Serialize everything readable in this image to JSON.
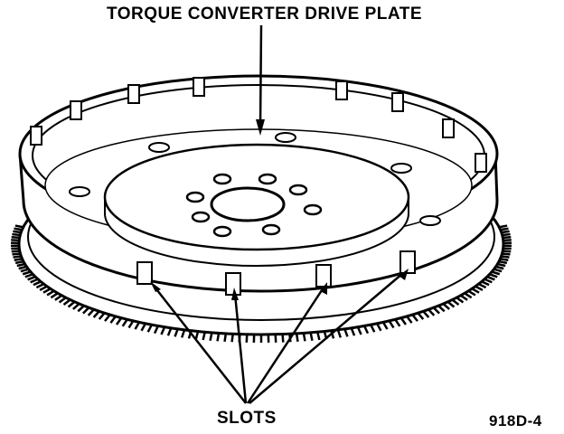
{
  "diagram": {
    "title": "TORQUE CONVERTER DRIVE PLATE",
    "slots_label": "SLOTS",
    "figure_id": "918D-4"
  },
  "colors": {
    "ink": "#000000",
    "paper": "#ffffff"
  }
}
